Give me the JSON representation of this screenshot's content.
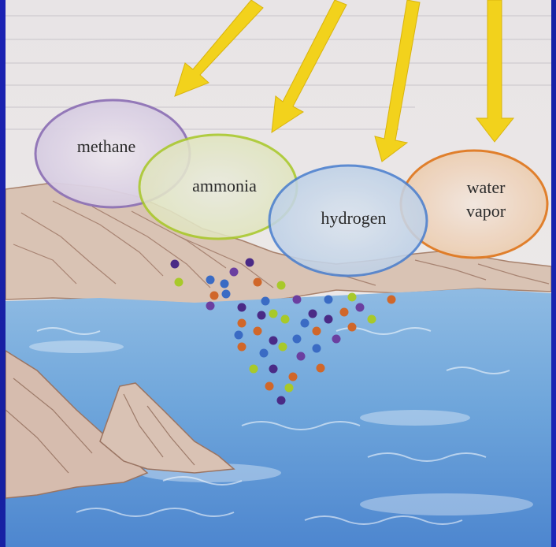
{
  "labels": {
    "methane": "methane",
    "ammonia": "ammonia",
    "hydrogen": "hydrogen",
    "water_vapor_line1": "water",
    "water_vapor_line2": "vapor"
  },
  "colors": {
    "slide_background": "#1b22b4",
    "arrow": "#f2d21c",
    "methane_ring": "#8f73b6",
    "ammonia_ring": "#a9c92a",
    "hydrogen_ring": "#4a7fcf",
    "water_vapor_ring": "#e07a22",
    "sea": "#5d9bd6",
    "cliff": "#c9a48f"
  },
  "molecule_colors": [
    "#4a2a86",
    "#3a6bc4",
    "#d0672a",
    "#a8c92a",
    "#6b3fa0"
  ]
}
